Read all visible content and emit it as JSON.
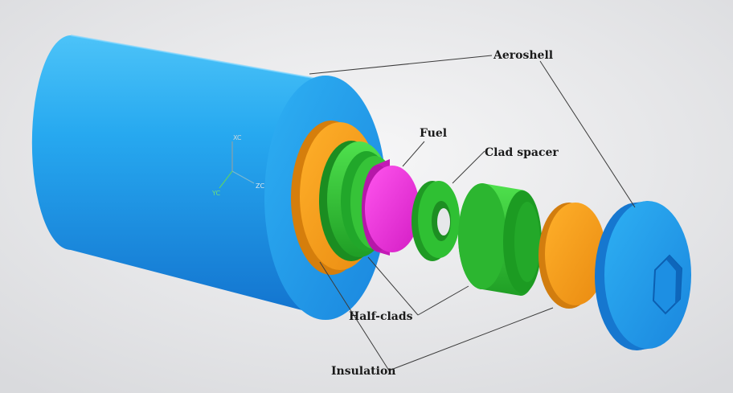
{
  "labels": {
    "aeroshell": "Aeroshell",
    "fuel": "Fuel",
    "clad_spacer": "Clad spacer",
    "half_clads": "Half-clads",
    "insulation": "Insulation"
  },
  "axis_triad": {
    "x": "XC",
    "y": "YC",
    "z": "ZC"
  },
  "colors": {
    "aeroshell": "#1e9be6",
    "insulation": "#f39a1b",
    "clad": "#2fc23a",
    "fuel": "#ee2bd9",
    "background": "#e9eaec"
  }
}
